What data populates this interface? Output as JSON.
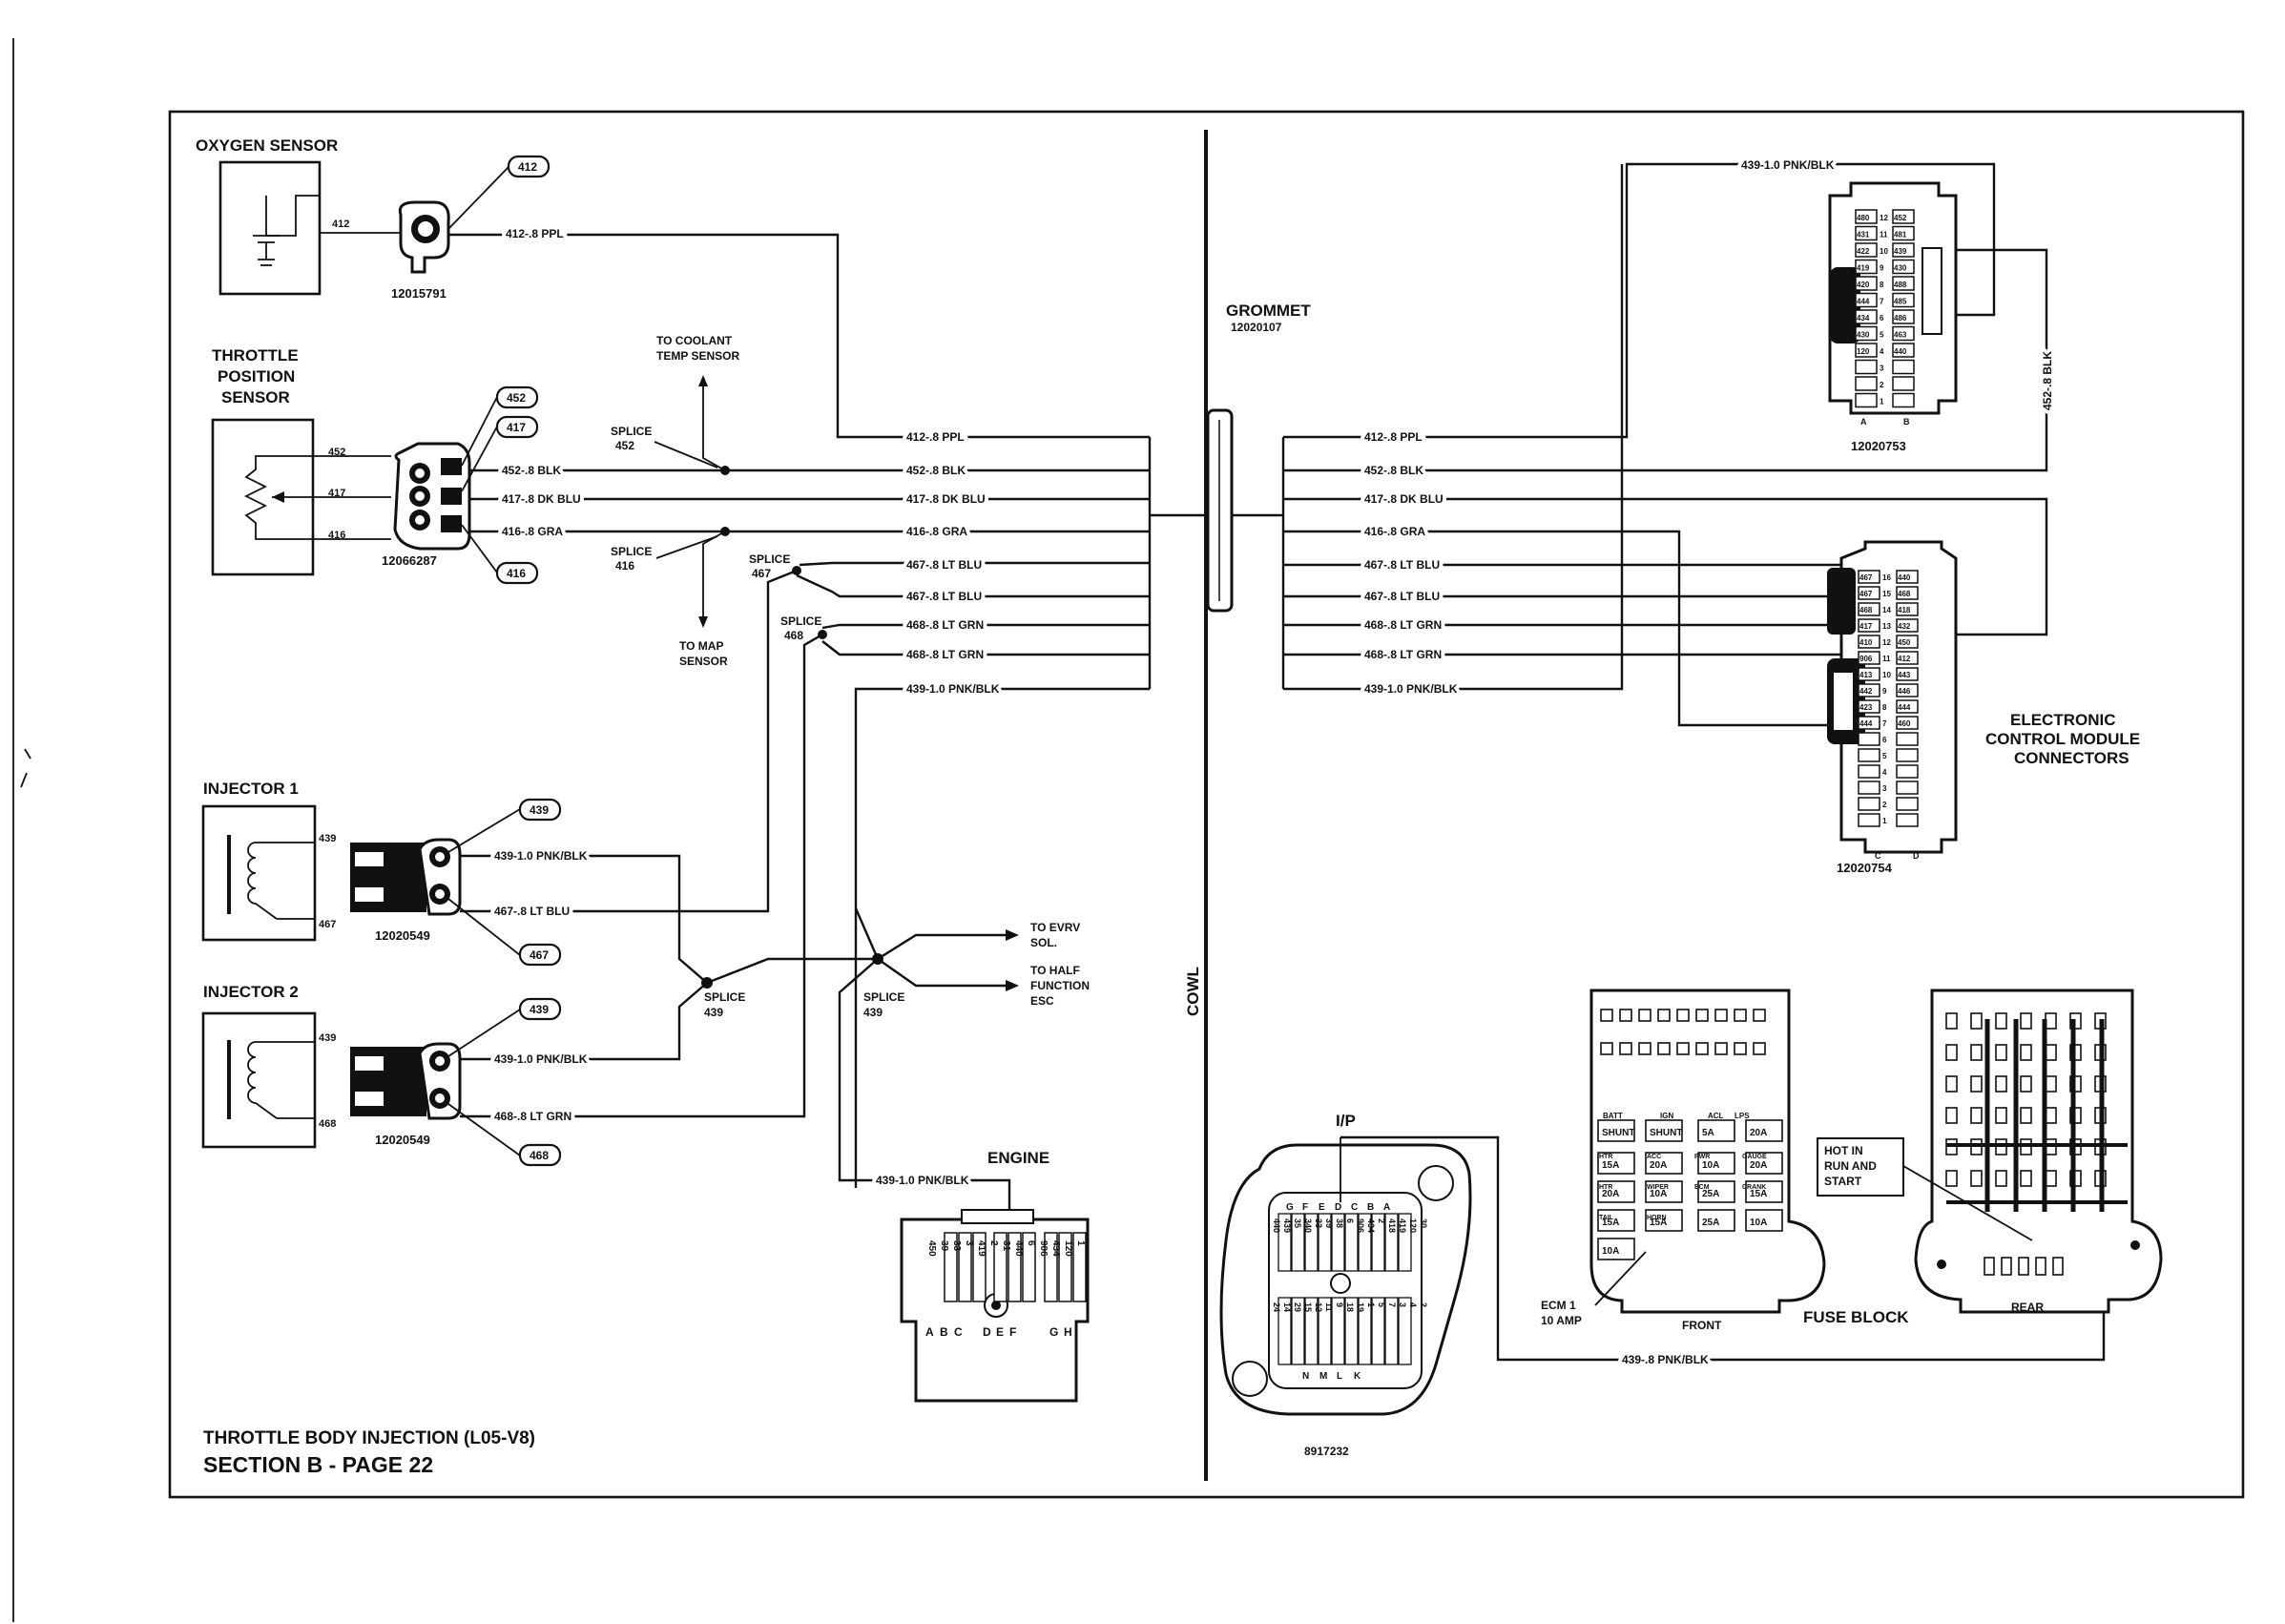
{
  "diagram": {
    "footer_title": "THROTTLE BODY INJECTION (L05-V8)",
    "footer_section": "SECTION B - PAGE 22",
    "cowl": "COWL",
    "grommet": {
      "label": "GROMMET",
      "part": "12020107"
    },
    "oxygen_sensor": {
      "title": "OXYGEN SENSOR",
      "pin": "412",
      "tag": "412",
      "part": "12015791"
    },
    "tps": {
      "title_lines": [
        "THROTTLE",
        "POSITION",
        "SENSOR"
      ],
      "pins": [
        "452",
        "417",
        "416"
      ],
      "tags": [
        "452",
        "417",
        "416"
      ],
      "part": "12066287"
    },
    "splices": {
      "s452": [
        "SPLICE",
        "452"
      ],
      "s416": [
        "SPLICE",
        "416"
      ],
      "s467": [
        "SPLICE",
        "467"
      ],
      "s468": [
        "SPLICE",
        "468"
      ],
      "s439a": [
        "SPLICE",
        "439"
      ],
      "s439b": [
        "SPLICE",
        "439"
      ]
    },
    "branches": {
      "coolant": [
        "TO COOLANT",
        "TEMP SENSOR"
      ],
      "map": [
        "TO MAP",
        "SENSOR"
      ],
      "evrv": [
        "TO EVRV",
        "SOL."
      ],
      "half": [
        "TO HALF",
        "FUNCTION",
        "ESC"
      ]
    },
    "wires_left": [
      "412-.8 PPL",
      "452-.8 BLK",
      "417-.8 DK BLU",
      "416-.8 GRA",
      "467-.8 LT BLU",
      "467-.8 LT BLU",
      "468-.8 LT GRN",
      "468-.8 LT GRN",
      "439-1.0 PNK/BLK"
    ],
    "wires_right": [
      "412-.8 PPL",
      "452-.8 BLK",
      "417-.8 DK BLU",
      "416-.8 GRA",
      "467-.8 LT BLU",
      "467-.8 LT BLU",
      "468-.8 LT GRN",
      "468-.8 LT GRN",
      "439-1.0 PNK/BLK"
    ],
    "sensor_wires": {
      "o2": "412-.8 PPL",
      "tps452": "452-.8 BLK",
      "tps417": "417-.8 DK BLU",
      "tps416": "416-.8 GRA"
    },
    "injector1": {
      "title": "INJECTOR 1",
      "pin_top": "439",
      "pin_bot": "467",
      "tag_top": "439",
      "tag_bot": "467",
      "wire_top": "439-1.0 PNK/BLK",
      "wire_bot": "467-.8 LT BLU",
      "part": "12020549"
    },
    "injector2": {
      "title": "INJECTOR 2",
      "pin_top": "439",
      "pin_bot": "468",
      "tag_top": "439",
      "tag_bot": "468",
      "wire_top": "439-1.0 PNK/BLK",
      "wire_bot": "468-.8 LT GRN",
      "part": "12020549"
    },
    "engine": {
      "title": "ENGINE",
      "wire": "439-1.0 PNK/BLK",
      "top_row": [
        "450",
        "39",
        "33",
        "3",
        "419",
        "2",
        "31",
        "440",
        "6",
        "906",
        "434",
        "120",
        "1"
      ],
      "letters": [
        "A",
        "B",
        "C",
        "D",
        "E",
        "F",
        "G",
        "H"
      ]
    },
    "ip": {
      "title": "I/P",
      "part": "8917232",
      "letters_top": [
        "G",
        "F",
        "E",
        "D",
        "C",
        "B",
        "A"
      ],
      "cells": [
        "440",
        "439",
        "35",
        "340",
        "33",
        "39",
        "38",
        "6",
        "906",
        "434",
        "2",
        "418",
        "419",
        "120",
        "30",
        "24",
        "14",
        "29",
        "15",
        "12",
        "11",
        "9",
        "18",
        "19",
        "1",
        "5",
        "7",
        "3",
        "4",
        "2"
      ],
      "letters_bot": [
        "N",
        "M",
        "L",
        "K"
      ]
    },
    "ecm_upper": {
      "part": "12020753",
      "wire_top": "439-1.0 PNK/BLK",
      "wire_side": "452-.8 BLK",
      "cells": [
        "480",
        "452",
        "431",
        "481",
        "422",
        "439",
        "419",
        "430",
        "420",
        "488",
        "444",
        "485",
        "434",
        "486",
        "430",
        "463",
        "120",
        "440"
      ],
      "nums": [
        "12",
        "11",
        "10",
        "9",
        "8",
        "7",
        "6",
        "5",
        "4",
        "3",
        "2",
        "1"
      ],
      "corner": [
        "A",
        "B"
      ]
    },
    "ecm_lower": {
      "part": "12020754",
      "cells": [
        "467",
        "440",
        "467",
        "468",
        "468",
        "418",
        "417",
        "432",
        "410",
        "450",
        "906",
        "412",
        "413",
        "443",
        "442",
        "446",
        "423",
        "444",
        "444",
        "460"
      ],
      "nums": [
        "16",
        "15",
        "14",
        "13",
        "12",
        "11",
        "10",
        "9",
        "8",
        "7",
        "6",
        "5",
        "4",
        "3",
        "2",
        "1"
      ],
      "corner": [
        "C",
        "D"
      ],
      "label_lines": [
        "ELECTRONIC",
        "CONTROL MODULE",
        "CONNECTORS"
      ]
    },
    "fuse_block": {
      "title": "FUSE BLOCK",
      "front": "FRONT",
      "rear": "REAR",
      "fuses": [
        "BATT",
        "IGN",
        "ACL",
        "LPS",
        "SHUNT",
        "SHUNT",
        "5A",
        "20A",
        "15A",
        "20A",
        "10A",
        "20A",
        "20A",
        "10A",
        "25A",
        "15A",
        "15A",
        "15A",
        "25A",
        "10A",
        "10A",
        "10A",
        "10A"
      ],
      "small_labels": [
        "HTR",
        "ACC",
        "PWR",
        "GAUGE",
        "HTR",
        "WIPER",
        "ECM",
        "CRANK",
        "TAIL",
        "HORN"
      ],
      "hot_note": [
        "HOT IN",
        "RUN AND",
        "START"
      ],
      "ecm_note": [
        "ECM 1",
        "10 AMP"
      ],
      "wire": "439-.8 PNK/BLK"
    }
  }
}
